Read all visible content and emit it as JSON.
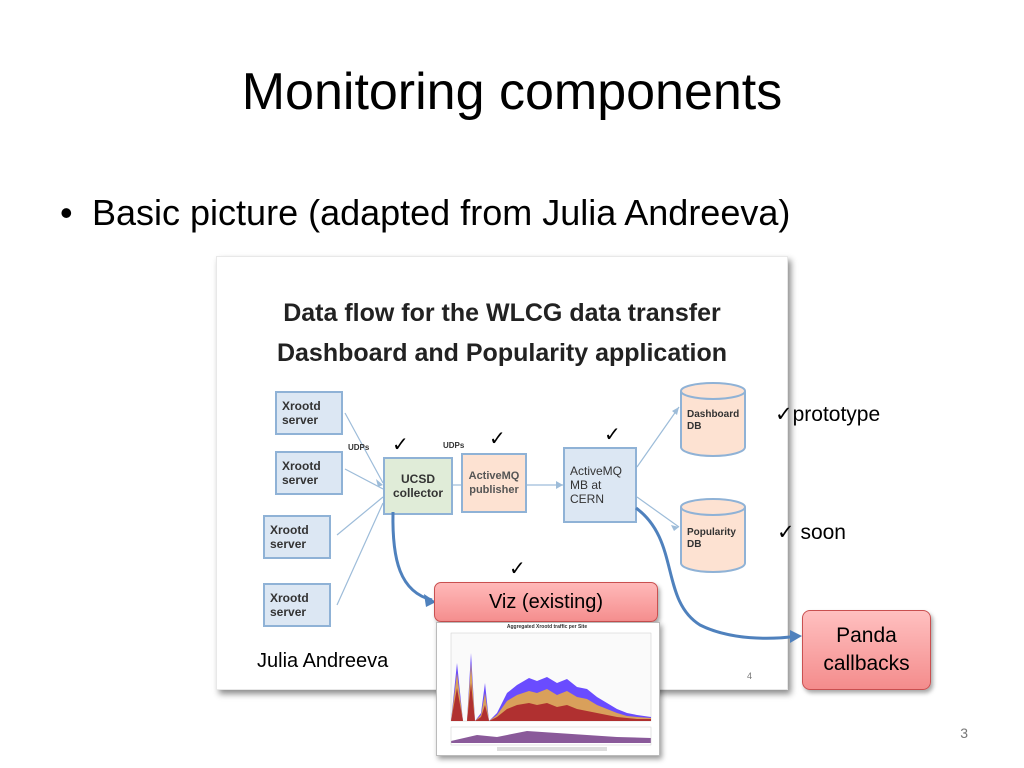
{
  "slide": {
    "title": "Monitoring components",
    "bullet": "Basic picture (adapted from Julia Andreeva)",
    "page_number": "3"
  },
  "figure": {
    "title_line1": "Data flow for the WLCG data transfer",
    "title_line2": "Dashboard and Popularity application",
    "servers": [
      "Xrootd server",
      "Xrootd server",
      "Xrootd server",
      "Xrootd server"
    ],
    "udp_label": "UDPs",
    "collector": "UCSD collector",
    "publisher": "ActiveMQ publisher",
    "broker": "ActiveMQ MB at CERN",
    "dashboard_db": "Dashboard DB",
    "popularity_db": "Popularity DB",
    "inner_page_number": "4"
  },
  "annotations": {
    "check_mark": "✓",
    "prototype": "prototype",
    "soon": "soon",
    "viz": "Viz (existing)",
    "panda": "Panda callbacks",
    "credit": "Julia Andreeva"
  },
  "viz_chart": {
    "title": "Aggregated Xrootd traffic per Site"
  }
}
